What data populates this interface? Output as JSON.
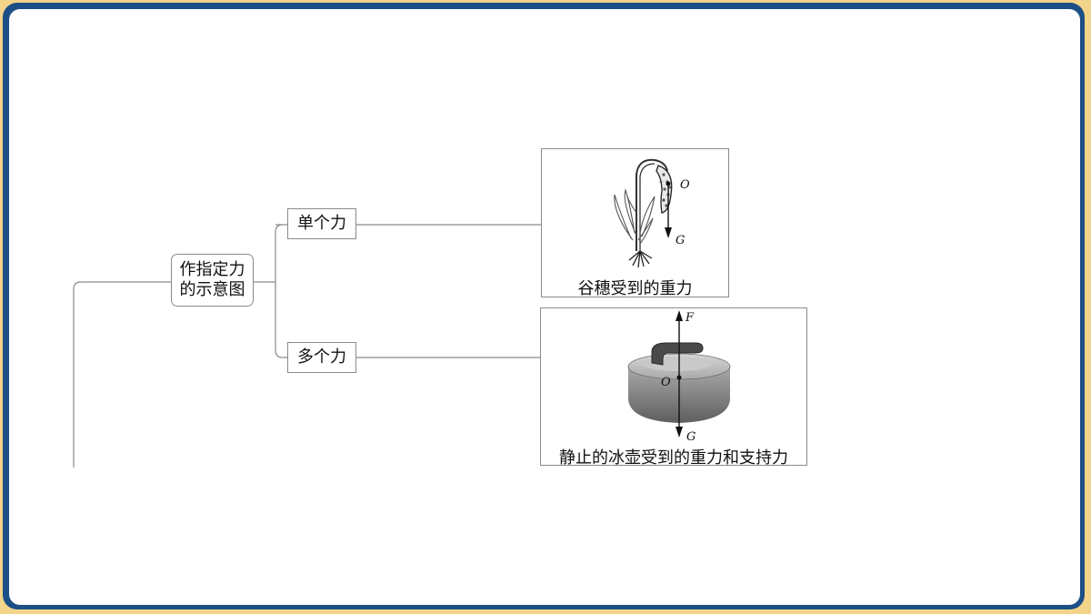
{
  "mindmap": {
    "root_label": "作指定力的示意图",
    "branches": [
      {
        "label": "单个力",
        "caption": "谷穗受到的重力",
        "point_label": "O",
        "force_labels": [
          "G"
        ]
      },
      {
        "label": "多个力",
        "caption": "静止的冰壶受到的重力和支持力",
        "point_label": "O",
        "force_labels": [
          "F",
          "G"
        ]
      }
    ]
  },
  "colors": {
    "outer_frame": "#f2d48a",
    "border": "#1c4f86",
    "background": "#ffffff",
    "line": "#8a8a8a"
  }
}
